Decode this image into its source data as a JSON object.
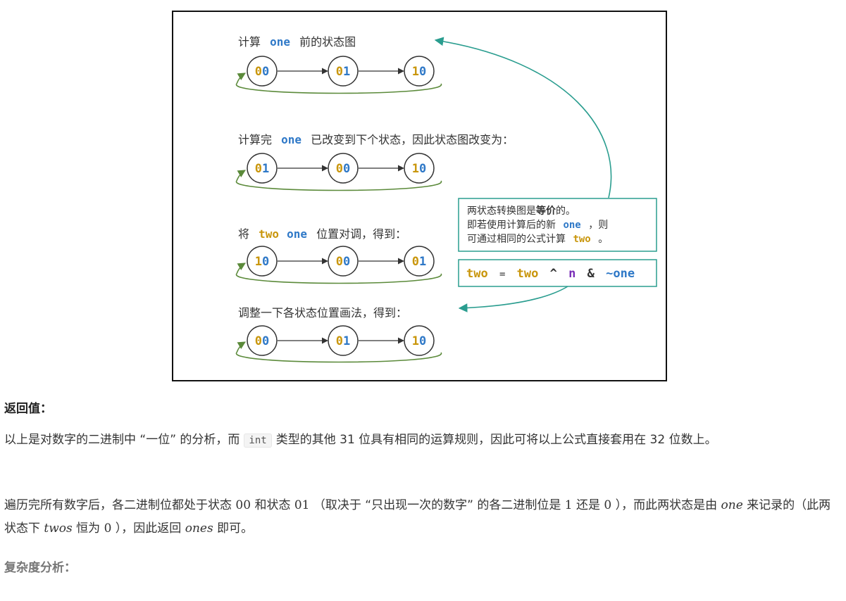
{
  "diagram": {
    "rows": [
      {
        "prefix": "计算",
        "kw": "one",
        "kw_color": "#2e78c7",
        "suffix": "前的状态图",
        "states": [
          "00",
          "01",
          "10"
        ]
      },
      {
        "prefix": "计算完",
        "kw": "one",
        "kw_color": "#2e78c7",
        "suffix": "已改变到下个状态，因此状态图改变为：",
        "states": [
          "01",
          "00",
          "10"
        ]
      },
      {
        "prefix": "将",
        "kw": "two",
        "kw_color": "#c9960c",
        "kw2": "one",
        "kw2_color": "#2e78c7",
        "suffix": "位置对调，得到：",
        "states": [
          "10",
          "00",
          "01"
        ]
      },
      {
        "prefix": "调整一下各状态位置画法，得到：",
        "states": [
          "00",
          "01",
          "10"
        ]
      }
    ],
    "note": {
      "line1_a": "两状态转换图是",
      "line1_b": "等价",
      "line1_c": "的。",
      "line2_a": "即若使用计算后的新",
      "line2_kw": "one",
      "line2_c": "，则",
      "line3_a": "可通过相同的公式计算",
      "line3_kw": "two",
      "line3_c": "。"
    },
    "formula": {
      "lhs": "two",
      "eq": "=",
      "t2": "two",
      "xor": "^",
      "n": "n",
      "amp": "&",
      "neg": "~one"
    },
    "colors": {
      "gold": "#c9960c",
      "blue": "#2e78c7",
      "green": "#5b8a3a",
      "teal": "#2a9d8f",
      "purple": "#7a2fb8"
    }
  },
  "text": {
    "return_heading": "返回值：",
    "p1_a": "以上是对数字的二进制中 “一位” 的分析，而",
    "p1_code": "int",
    "p1_b": "类型的其他 31 位具有相同的运算规则，因此可将以上公式直接套用在 32 位数上。",
    "p2_a": "遍历完所有数字后，各二进制位都处于状态",
    "p2_s00": "00",
    "p2_b": "和状态",
    "p2_s01": "01",
    "p2_c": "（取决于 “只出现一次的数字” 的各二进制位是",
    "p2_1": "1",
    "p2_d": "还是",
    "p2_0a": "0",
    "p2_e": "），而此两状态是由",
    "p2_one": "one",
    "p2_f": "来记录的（此两状态下",
    "p2_twos": "twos",
    "p2_g": "恒为",
    "p2_0b": "0",
    "p2_h": "），因此返回",
    "p2_ones": "ones",
    "p2_i": "即可。",
    "complexity_heading": "复杂度分析："
  }
}
